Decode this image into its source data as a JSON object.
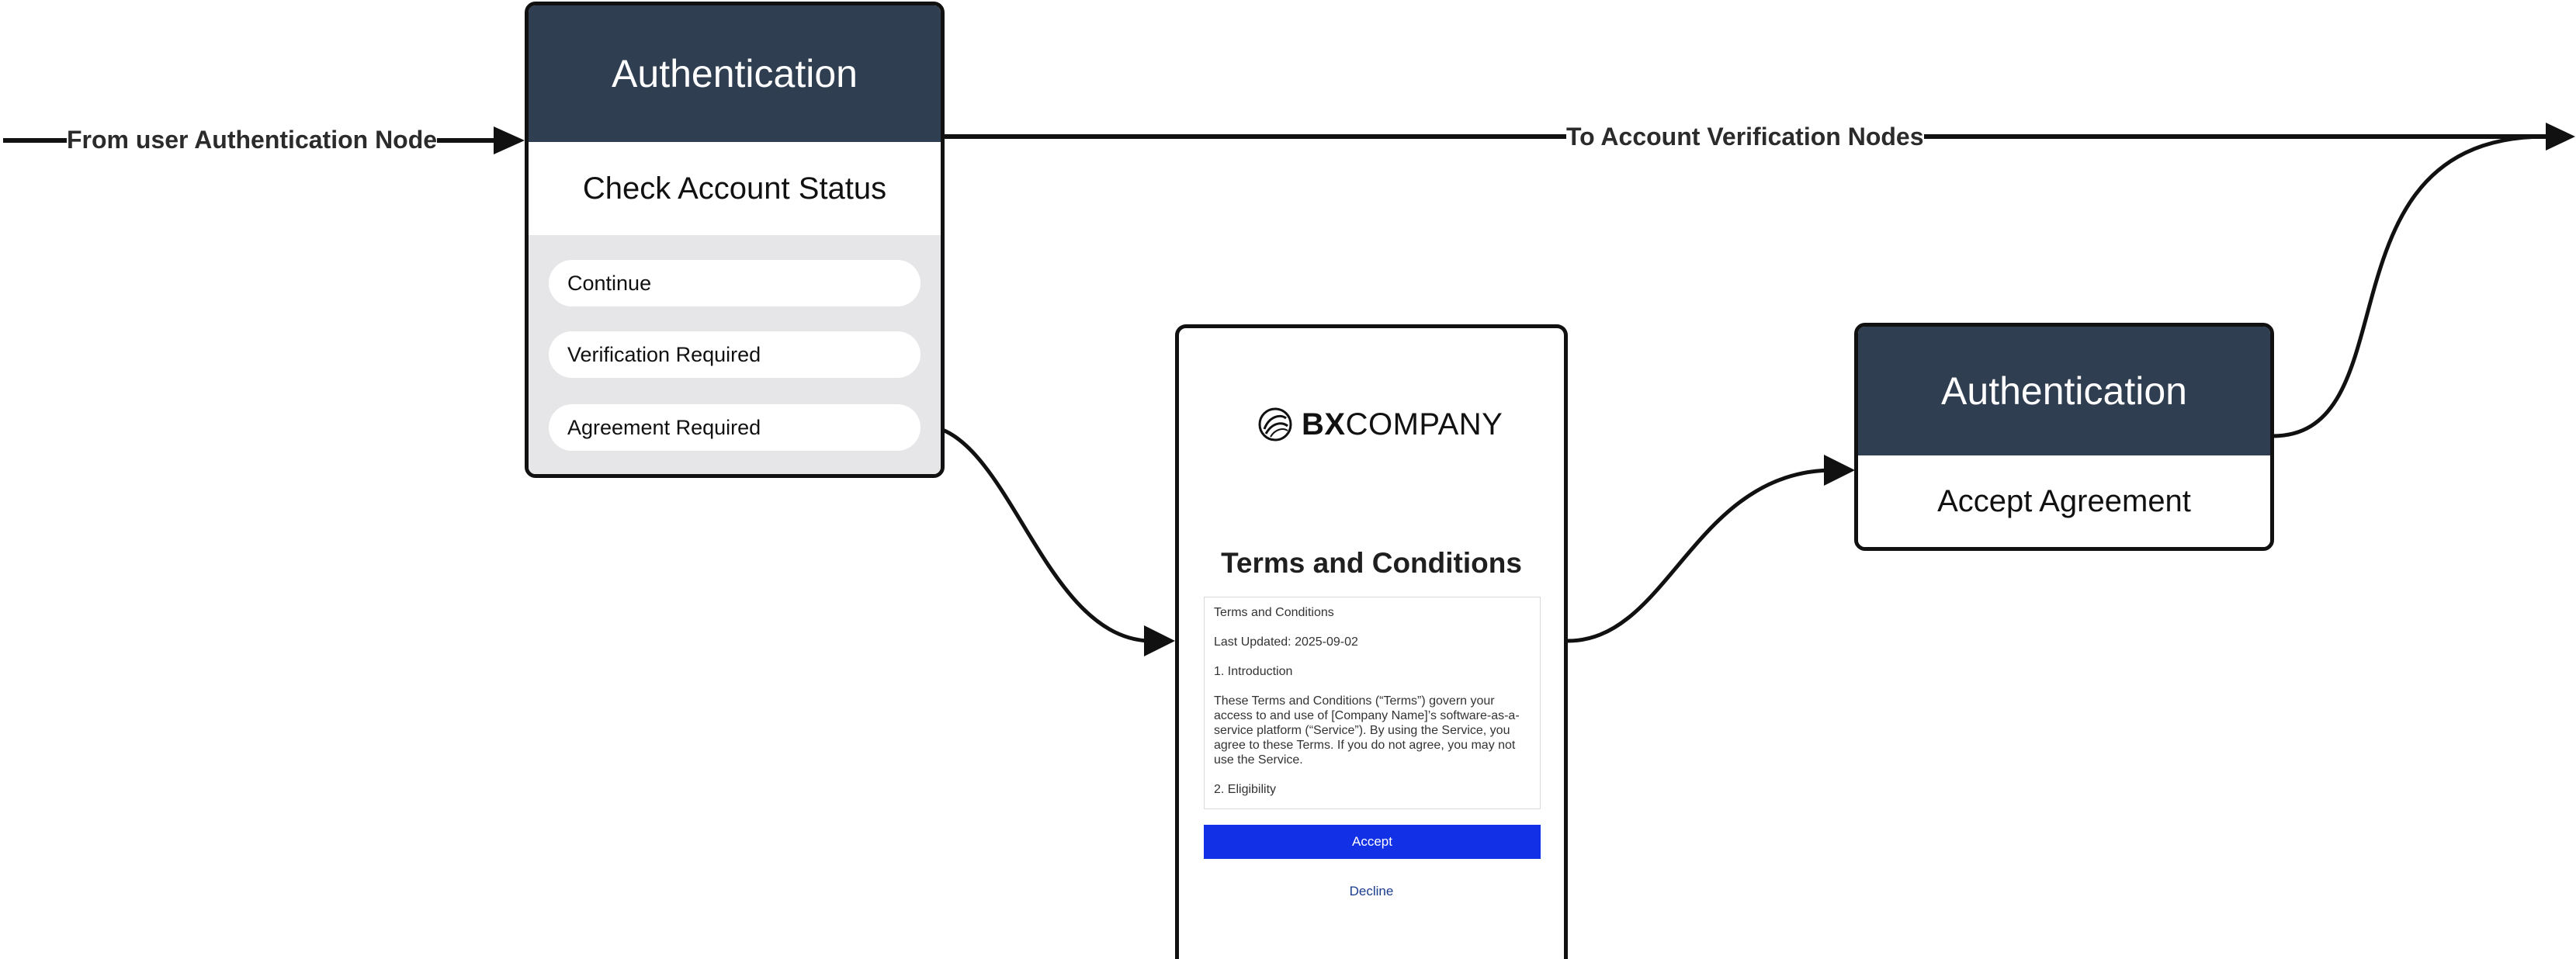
{
  "edges": {
    "incoming_label": "From user Authentication Node",
    "outgoing_label": "To Account Verification Nodes"
  },
  "node_check_status": {
    "header": "Authentication",
    "title": "Check Account Status",
    "outcomes": [
      "Continue",
      "Verification Required",
      "Agreement Required"
    ]
  },
  "terms_page": {
    "logo_bold": "BX",
    "logo_rest": "COMPANY",
    "heading": "Terms and Conditions",
    "body": {
      "title": "Terms and Conditions",
      "updated": "Last Updated: 2025-09-02",
      "section1": "1. Introduction",
      "paragraph1": "These Terms and Conditions (“Terms”) govern your access to and use of [Company Name]’s software-as-a-service platform (“Service”). By using the Service, you agree to these Terms. If you do not agree, you may not use the Service.",
      "section2": "2. Eligibility"
    },
    "accept_label": "Accept",
    "decline_label": "Decline"
  },
  "node_accept_agreement": {
    "header": "Authentication",
    "title": "Accept Agreement"
  },
  "colors": {
    "node_header": "#303e51",
    "accept_button": "#1230e6",
    "outcome_panel": "#e6e6e8"
  }
}
